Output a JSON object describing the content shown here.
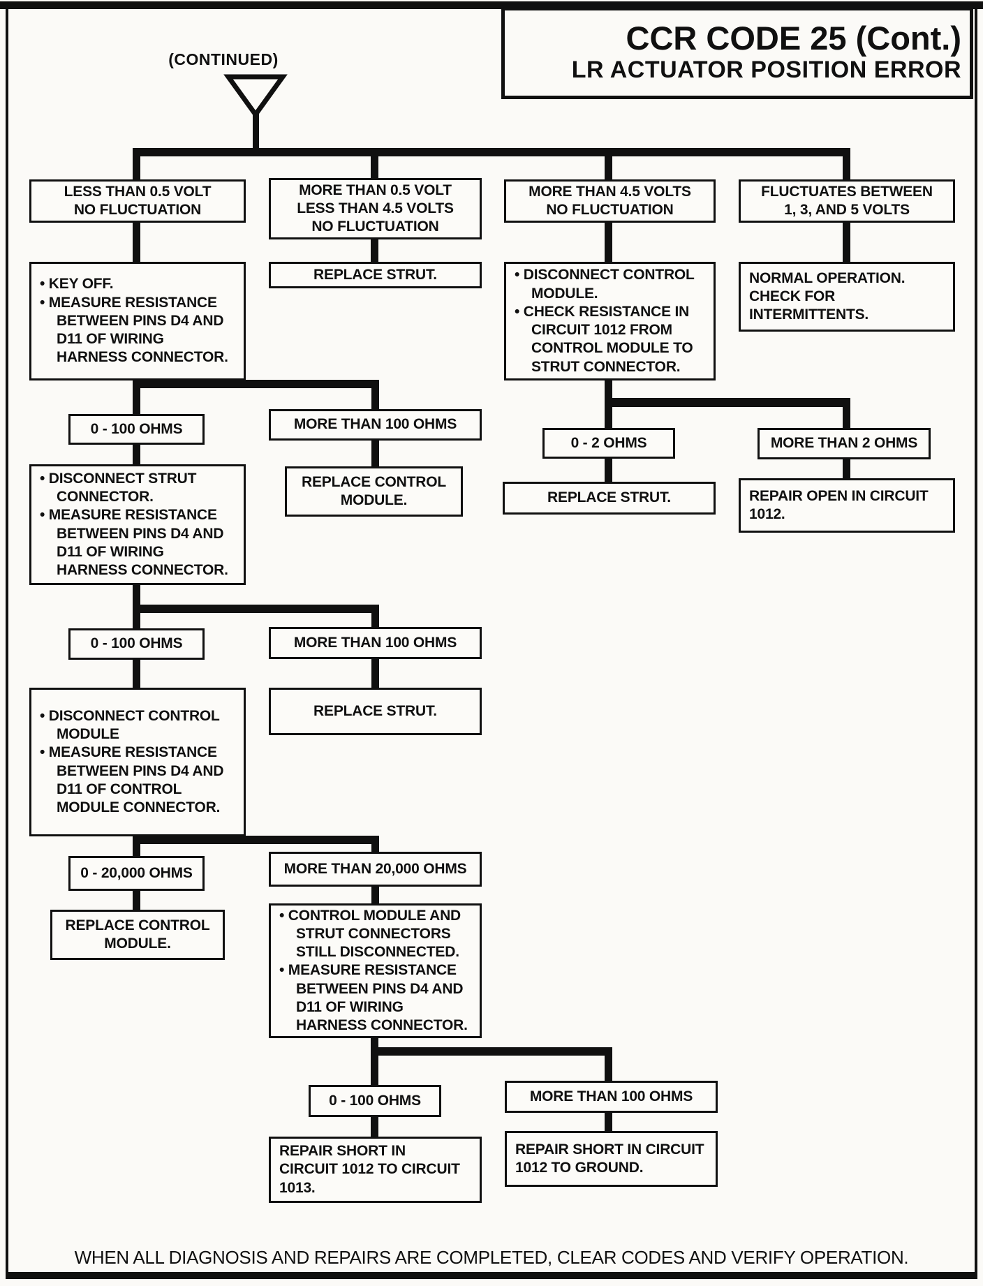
{
  "page": {
    "title_line1": "CCR CODE 25 (Cont.)",
    "title_line2": "LR ACTUATOR POSITION ERROR",
    "continued_label": "(CONTINUED)",
    "footer_note": "WHEN ALL DIAGNOSIS AND REPAIRS ARE COMPLETED, CLEAR CODES AND VERIFY OPERATION.",
    "colors": {
      "ink": "#101010",
      "paper": "#fbfaf7"
    }
  },
  "nodes": {
    "volt_lt_05": {
      "style": "center",
      "lines": [
        "LESS THAN 0.5 VOLT",
        "NO FLUCTUATION"
      ]
    },
    "volt_mid": {
      "style": "center",
      "lines": [
        "MORE THAN 0.5 VOLT",
        "LESS THAN 4.5 VOLTS",
        "NO FLUCTUATION"
      ]
    },
    "volt_gt_45": {
      "style": "center",
      "lines": [
        "MORE THAN 4.5 VOLTS",
        "NO FLUCTUATION"
      ]
    },
    "volt_fluct": {
      "style": "center",
      "lines": [
        "FLUCTUATES BETWEEN",
        "1, 3, AND 5 VOLTS"
      ]
    },
    "key_off_measure": {
      "style": "list",
      "lines": [
        "KEY OFF.",
        "MEASURE RESISTANCE BETWEEN PINS D4 AND D11 OF WIRING HARNESS CONNECTOR."
      ]
    },
    "replace_strut_1": {
      "style": "center",
      "lines": [
        "REPLACE STRUT."
      ]
    },
    "disconnect_cm_check_1012": {
      "style": "list",
      "lines": [
        "DISCONNECT CONTROL MODULE.",
        "CHECK RESISTANCE IN CIRCUIT 1012 FROM CONTROL MODULE TO STRUT CONNECTOR."
      ]
    },
    "normal_operation": {
      "style": "plain",
      "lines": [
        "NORMAL OPERATION.",
        "CHECK FOR",
        "INTERMITTENTS."
      ]
    },
    "ohms_0_100_a": {
      "style": "center",
      "lines": [
        "0 - 100 OHMS"
      ]
    },
    "ohms_gt_100_a": {
      "style": "center",
      "lines": [
        "MORE THAN 100 OHMS"
      ]
    },
    "disconnect_strut_measure": {
      "style": "list",
      "lines": [
        "DISCONNECT STRUT CONNECTOR.",
        "MEASURE RESISTANCE BETWEEN PINS D4 AND D11 OF WIRING HARNESS CONNECTOR."
      ]
    },
    "replace_cm_1": {
      "style": "center",
      "lines": [
        "REPLACE CONTROL",
        "MODULE."
      ]
    },
    "ohms_0_2": {
      "style": "center",
      "lines": [
        "0 - 2 OHMS"
      ]
    },
    "ohms_gt_2": {
      "style": "center",
      "lines": [
        "MORE THAN 2 OHMS"
      ]
    },
    "replace_strut_2": {
      "style": "center",
      "lines": [
        "REPLACE STRUT."
      ]
    },
    "repair_open_1012": {
      "style": "plain",
      "lines": [
        "REPAIR OPEN IN CIRCUIT",
        "1012."
      ]
    },
    "ohms_0_100_b": {
      "style": "center",
      "lines": [
        "0 - 100 OHMS"
      ]
    },
    "ohms_gt_100_b": {
      "style": "center",
      "lines": [
        "MORE THAN 100 OHMS"
      ]
    },
    "disconnect_cm_measure": {
      "style": "list",
      "lines": [
        "DISCONNECT CONTROL MODULE",
        "MEASURE RESISTANCE BETWEEN PINS D4 AND D11 OF CONTROL MODULE CONNECTOR."
      ]
    },
    "replace_strut_3": {
      "style": "center",
      "lines": [
        "REPLACE STRUT."
      ]
    },
    "ohms_0_20000": {
      "style": "center",
      "lines": [
        "0 - 20,000 OHMS"
      ]
    },
    "ohms_gt_20000": {
      "style": "center",
      "lines": [
        "MORE THAN 20,000 OHMS"
      ]
    },
    "replace_cm_2": {
      "style": "center",
      "lines": [
        "REPLACE CONTROL",
        "MODULE."
      ]
    },
    "still_disconnected_measure": {
      "style": "list",
      "lines": [
        "CONTROL MODULE AND STRUT CONNECTORS STILL DISCONNECTED.",
        "MEASURE RESISTANCE BETWEEN PINS D4 AND D11 OF WIRING HARNESS CONNECTOR."
      ]
    },
    "ohms_0_100_c": {
      "style": "center",
      "lines": [
        "0 - 100 OHMS"
      ]
    },
    "ohms_gt_100_c": {
      "style": "center",
      "lines": [
        "MORE THAN 100 OHMS"
      ]
    },
    "repair_short_1013": {
      "style": "plain",
      "lines": [
        "REPAIR SHORT IN",
        "CIRCUIT 1012 TO CIRCUIT",
        "1013."
      ]
    },
    "repair_short_ground": {
      "style": "plain",
      "lines": [
        "REPAIR SHORT IN CIRCUIT",
        "1012 TO GROUND."
      ]
    }
  }
}
